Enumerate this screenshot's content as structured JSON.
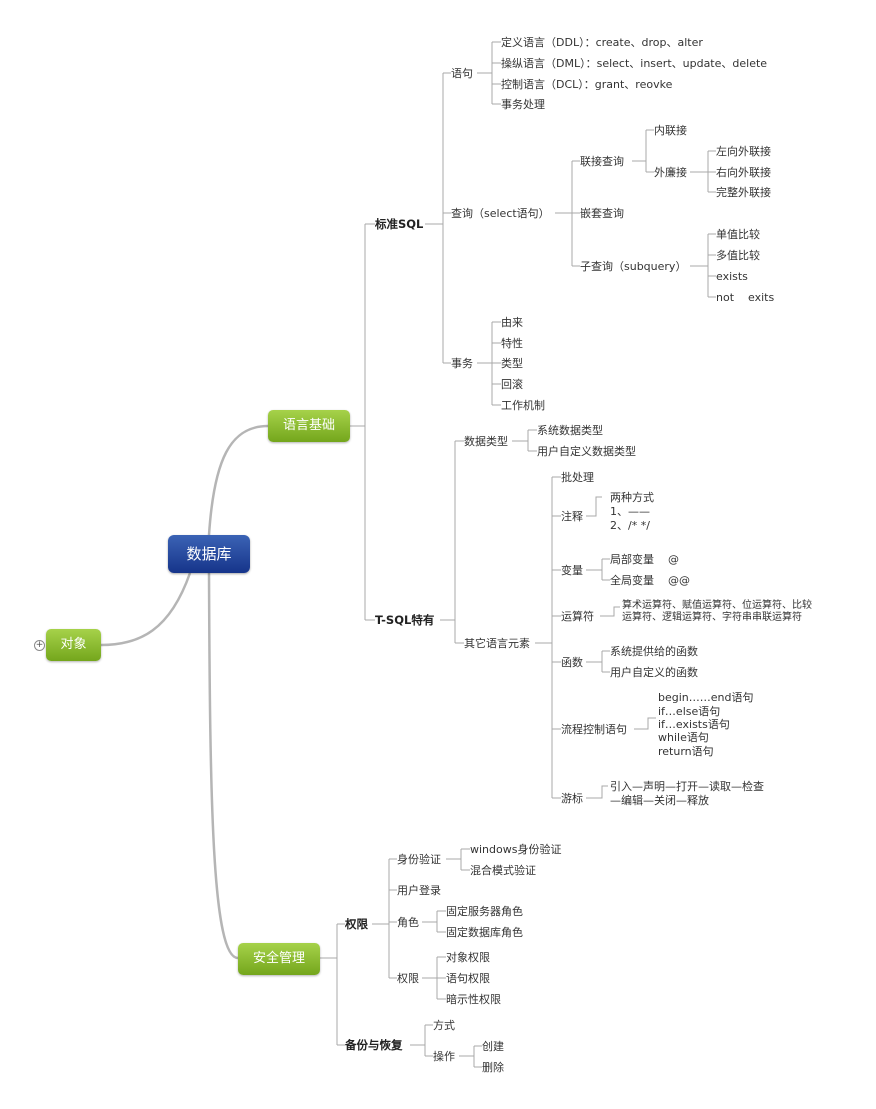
{
  "root": "数据库",
  "branches": {
    "language": "语言基础",
    "security": "安全管理",
    "objects": "对象"
  },
  "objects_expand": "+",
  "std_sql": {
    "label": "标准SQL",
    "statements": {
      "label": "语句",
      "items": [
        "定义语言（DDL）：create、drop、alter",
        "操纵语言（DML）：select、insert、update、delete",
        "控制语言（DCL）：grant、reovke",
        "事务处理"
      ]
    },
    "query": {
      "label": "查询（select语句）",
      "join": {
        "label": "联接查询",
        "inner": "内联接",
        "outer": {
          "label": "外廉接",
          "items": [
            "左向外联接",
            "右向外联接",
            "完整外联接"
          ]
        }
      },
      "nested": "嵌套查询",
      "subquery": {
        "label": "子查询（subquery）",
        "items": [
          "单值比较",
          "多值比较",
          "exists",
          "not    exits"
        ]
      }
    },
    "transaction": {
      "label": "事务",
      "items": [
        "由来",
        "特性",
        "类型",
        "回滚",
        "工作机制"
      ]
    }
  },
  "tsql": {
    "label": "T-SQL特有",
    "datatype": {
      "label": "数据类型",
      "items": [
        "系统数据类型",
        "用户自定义数据类型"
      ]
    },
    "other": {
      "label": "其它语言元素",
      "batch": "批处理",
      "comment": {
        "label": "注释",
        "lines": [
          "两种方式",
          "1、——",
          "2、/* */"
        ]
      },
      "variable": {
        "label": "变量",
        "items": [
          "局部变量    @",
          "全局变量    @@"
        ]
      },
      "operator": {
        "label": "运算符",
        "lines": [
          "算术运算符、赋值运算符、位运算符、比较",
          "运算符、逻辑运算符、字符串串联运算符"
        ]
      },
      "function": {
        "label": "函数",
        "items": [
          "系统提供给的函数",
          "用户自定义的函数"
        ]
      },
      "flow": {
        "label": "流程控制语句",
        "lines": [
          "begin……end语句",
          "if…else语句",
          "if…exists语句",
          "while语句",
          "return语句"
        ]
      },
      "cursor": {
        "label": "游标",
        "lines": [
          "引入—声明—打开—读取—检查",
          "—编辑—关闭—释放"
        ]
      }
    }
  },
  "permission": {
    "label": "权限",
    "auth": {
      "label": "身份验证",
      "items": [
        "windows身份验证",
        "混合模式验证"
      ]
    },
    "login": "用户登录",
    "role": {
      "label": "角色",
      "items": [
        "固定服务器角色",
        "固定数据库角色"
      ]
    },
    "rights": {
      "label": "权限",
      "items": [
        "对象权限",
        "语句权限",
        "暗示性权限"
      ]
    }
  },
  "backup": {
    "label": "备份与恢复",
    "method": "方式",
    "operation": {
      "label": "操作",
      "items": [
        "创建",
        "删除"
      ]
    }
  }
}
